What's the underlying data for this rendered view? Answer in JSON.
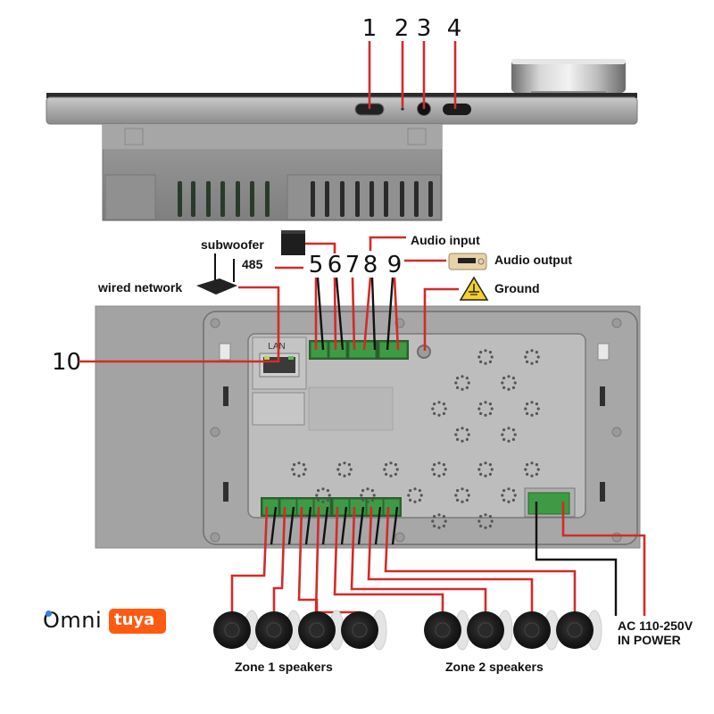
{
  "diagram": {
    "title": "Wall-mounted audio panel wiring diagram",
    "side_view_port_numbers": [
      "1",
      "2",
      "3",
      "4"
    ],
    "connector_numbers": [
      "5",
      "6",
      "7",
      "8",
      "9"
    ],
    "lan_number": "10",
    "labels": {
      "subwoofer": "subwoofer",
      "rs485": "485",
      "wired_network": "wired network",
      "audio_input": "Audio input",
      "audio_output": "Audio output",
      "ground": "Ground",
      "lan": "LAN",
      "zone1": "Zone 1 speakers",
      "zone2": "Zone 2 speakers",
      "power_line1": "AC 110-250V",
      "power_line2": "IN POWER"
    },
    "speakers": {
      "zone1_count": 4,
      "zone2_count": 4
    },
    "brands": {
      "omni": "Omni",
      "tuya": "tuya"
    },
    "colors": {
      "wire_red": "#d42a2a",
      "wire_black": "#111111",
      "terminal_green": "#3f9a45",
      "panel_gray": "#9e9e9e",
      "tuya_orange": "#ff5a12",
      "omni_dot_blue": "#3b7de0"
    }
  }
}
